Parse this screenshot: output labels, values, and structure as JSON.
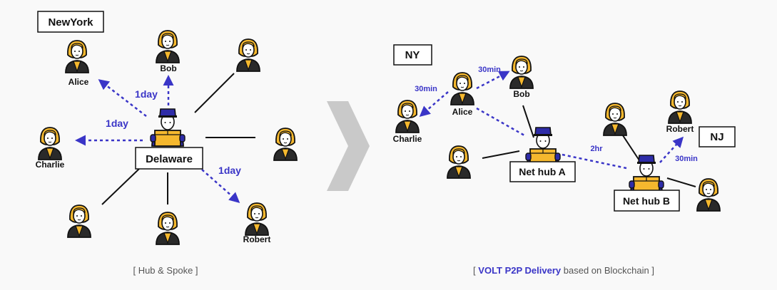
{
  "left": {
    "region_label": "NewYork",
    "hub_label": "Delaware",
    "names": {
      "alice": "Alice",
      "bob": "Bob",
      "charlie": "Charlie",
      "robert": "Robert"
    },
    "times": {
      "bob": "1day",
      "charlie": "1day",
      "robert": "1day"
    },
    "caption": "[ Hub & Spoke ]"
  },
  "right": {
    "region_ny": "NY",
    "region_nj": "NJ",
    "hub_a": "Net hub A",
    "hub_b": "Net hub B",
    "names": {
      "alice": "Alice",
      "bob": "Bob",
      "charlie": "Charlie",
      "robert": "Robert"
    },
    "times": {
      "alice_bob": "30min",
      "alice_charlie": "30min",
      "hub_link": "2hr",
      "robert": "30min"
    },
    "caption_open": "[ ",
    "caption_brand": "VOLT P2P Delivery",
    "caption_rest": " based on Blockchain ]"
  },
  "colors": {
    "accent": "#3a35c7",
    "hair": "#f5b82e",
    "line": "#111111",
    "caption": "#555555"
  },
  "icons": {
    "person": "person-icon",
    "courier": "courier-icon",
    "arrow": "chevron-right-icon"
  }
}
